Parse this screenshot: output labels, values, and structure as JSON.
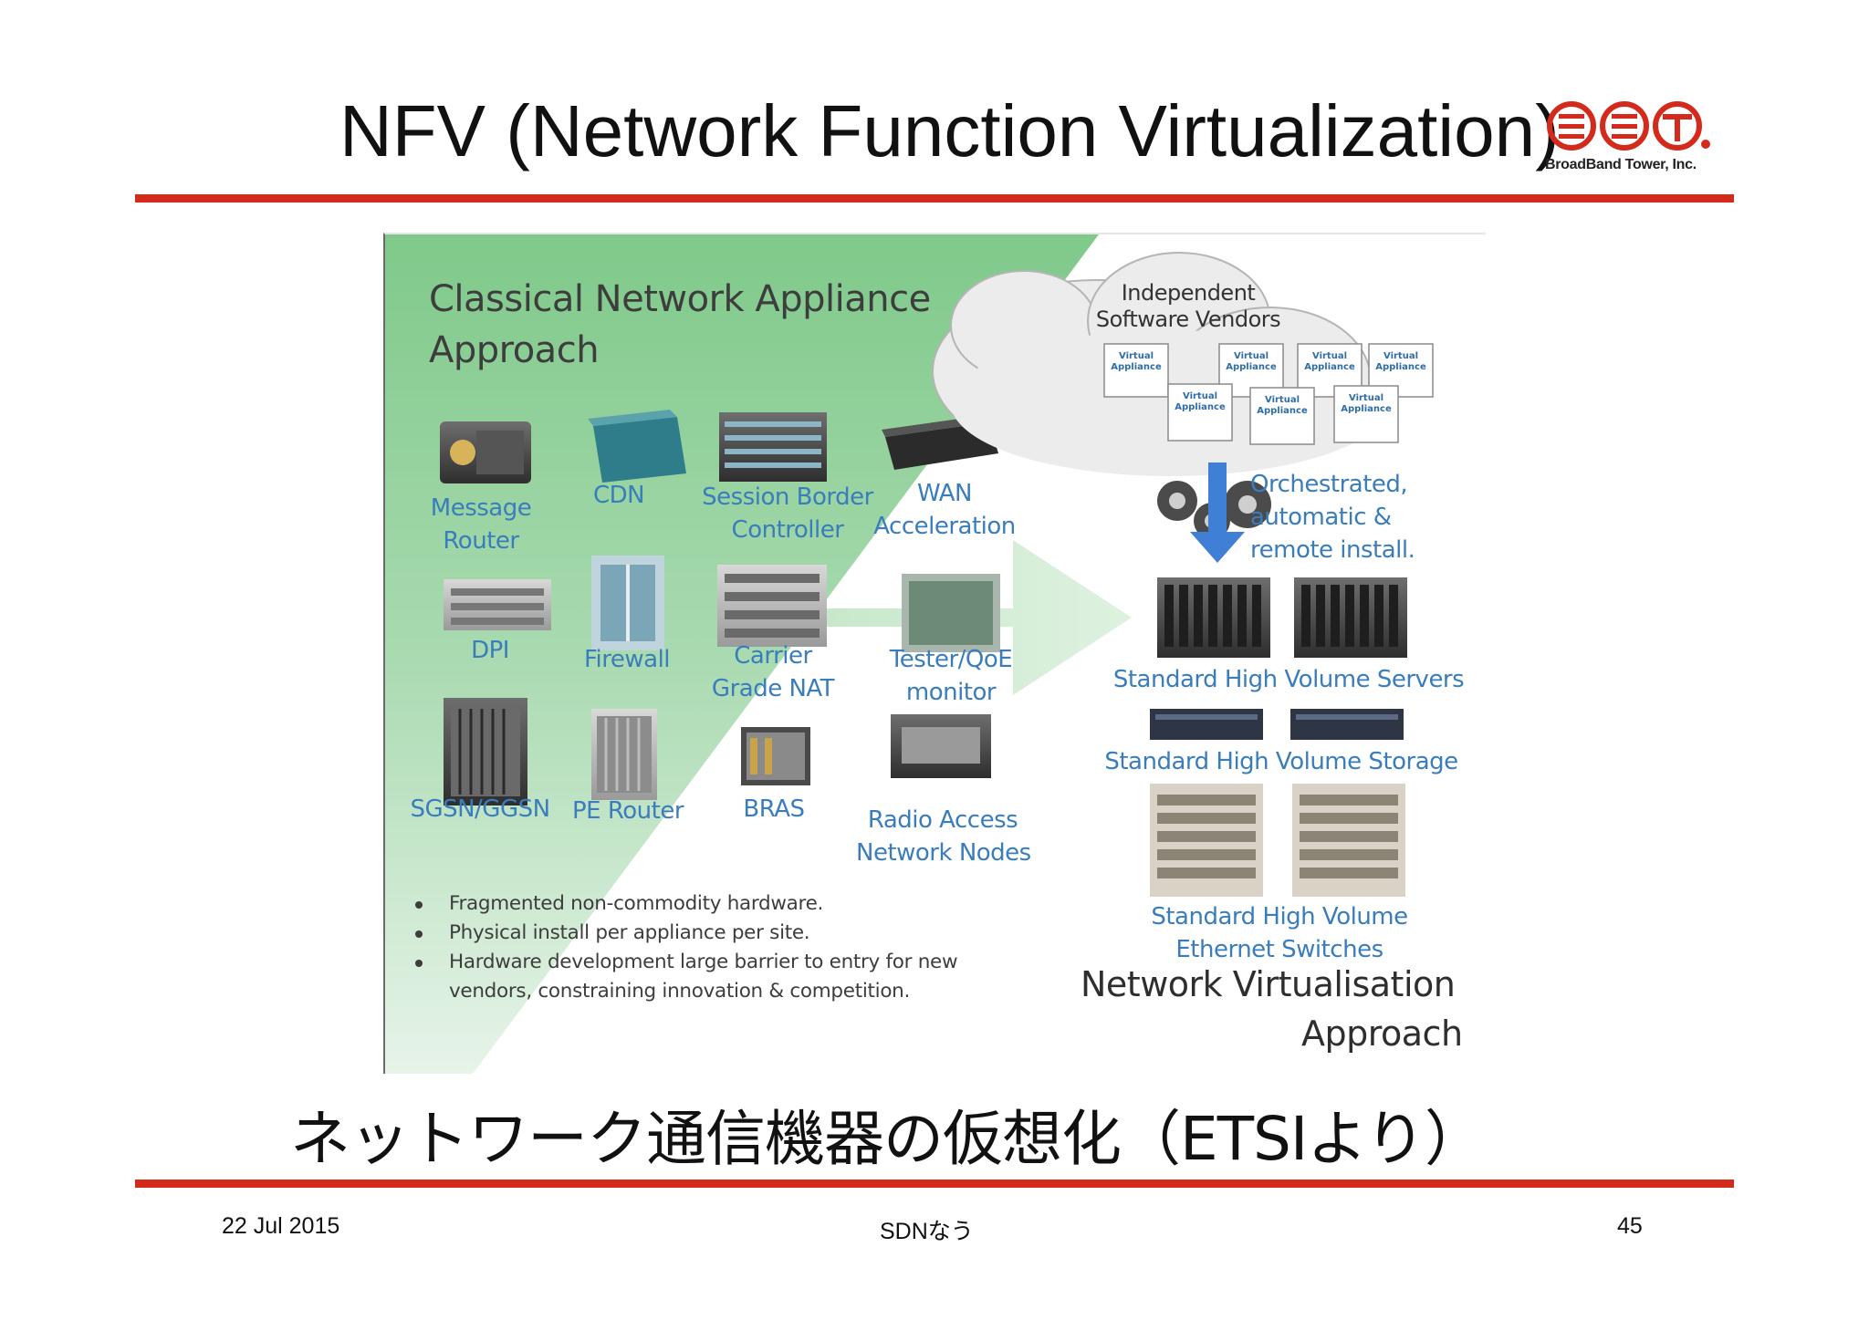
{
  "slide": {
    "title": "NFV (Network Function Virtualization)",
    "subtitle": "ネットワーク通信機器の仮想化（ETSIより）",
    "footer_date": "22 Jul 2015",
    "footer_center": "SDNなう",
    "page_number": "45"
  },
  "logo": {
    "letters": "BBT",
    "company": "BroadBand Tower, Inc.",
    "color": "#d42a1c"
  },
  "figure": {
    "left_heading_line1": "Classical Network Appliance",
    "left_heading_line2": "Approach",
    "appliances": [
      {
        "line1": "Message",
        "line2": "Router"
      },
      {
        "line1": "CDN",
        "line2": ""
      },
      {
        "line1": "Session Border",
        "line2": "Controller"
      },
      {
        "line1": "WAN",
        "line2": "Acceleration"
      },
      {
        "line1": "DPI",
        "line2": ""
      },
      {
        "line1": "Firewall",
        "line2": ""
      },
      {
        "line1": "Carrier",
        "line2": "Grade NAT"
      },
      {
        "line1": "Tester/QoE",
        "line2": "monitor"
      },
      {
        "line1": "SGSN/GGSN",
        "line2": ""
      },
      {
        "line1": "PE Router",
        "line2": ""
      },
      {
        "line1": "BRAS",
        "line2": ""
      },
      {
        "line1": "Radio Access",
        "line2": "Network Nodes"
      }
    ],
    "bullets": [
      "Fragmented non-commodity hardware.",
      "Physical install per appliance per site.",
      "Hardware development large barrier to entry for new",
      "vendors, constraining innovation & competition."
    ],
    "cloud_title_line1": "Independent",
    "cloud_title_line2": "Software Vendors",
    "virtual_appliance_label_1": "Virtual",
    "virtual_appliance_label_2": "Appliance",
    "orchestration": [
      "Orchestrated,",
      "automatic &",
      "remote install."
    ],
    "servers_label": "Standard High Volume Servers",
    "storage_label": "Standard High Volume Storage",
    "switches_line1": "Standard High Volume",
    "switches_line2": "Ethernet Switches",
    "right_heading_line1": "Network Virtualisation",
    "right_heading_line2": "Approach",
    "colors": {
      "label_blue": "#3a7dbd",
      "green_background": "#8fcf93",
      "arrow_blue": "#3f7fd6"
    }
  }
}
